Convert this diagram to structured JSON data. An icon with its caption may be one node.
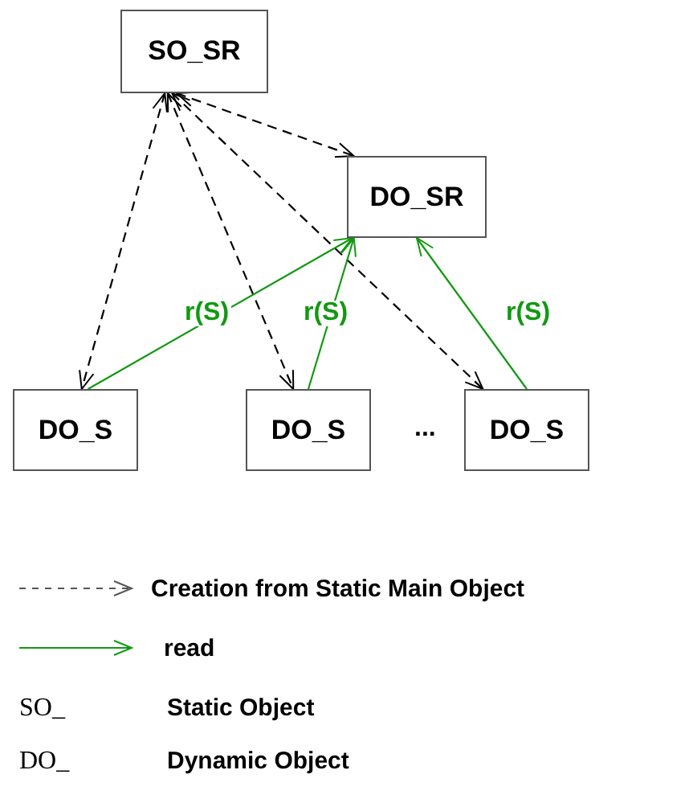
{
  "diagram": {
    "nodes": [
      {
        "text": [
          "SO_SR"
        ]
      },
      {
        "text": [
          "DO_SR"
        ]
      },
      {
        "text": [
          "DO_S"
        ]
      },
      {
        "text": [
          "DO_S"
        ]
      },
      {
        "text": [
          "DO_S"
        ]
      }
    ],
    "edges": [
      {
        "from": 0,
        "to": 1,
        "arrow": "both",
        "style": "dashed"
      },
      {
        "from": 0,
        "to": 2,
        "arrow": "both",
        "style": "dashed"
      },
      {
        "from": 0,
        "to": 3,
        "arrow": "both",
        "style": "dashed"
      },
      {
        "from": 0,
        "to": 4,
        "arrow": "both",
        "style": "dashed"
      },
      {
        "from": 2,
        "to": 1,
        "arrow": "to",
        "label": "r(S)",
        "color": "#119911"
      },
      {
        "from": 3,
        "to": 1,
        "arrow": "to",
        "label": "r(S)",
        "color": "#119911"
      },
      {
        "from": 4,
        "to": 1,
        "arrow": "to",
        "label": "r(S)",
        "color": "#119911"
      }
    ],
    "labels": [
      "...",
      "SO_",
      "Static Object",
      "DO_",
      "Dynamic Object"
    ],
    "legend": [
      {
        "text": "Creation from Static Main Object"
      },
      {
        "text": "read"
      }
    ]
  }
}
